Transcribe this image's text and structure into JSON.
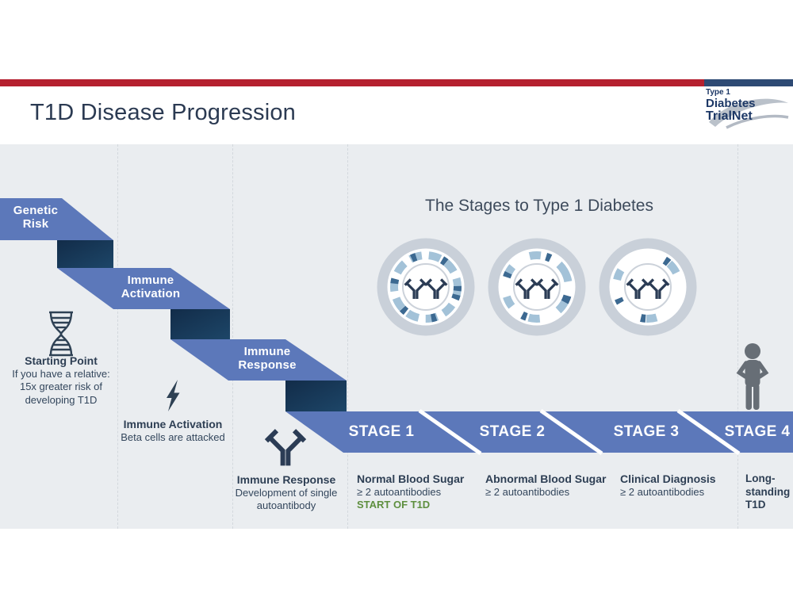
{
  "header": {
    "title": "T1D Disease Progression",
    "logo": {
      "line1": "Type 1",
      "line2": "Diabetes",
      "line3": "TrialNet"
    }
  },
  "diagram": {
    "heading": "The Stages to Type 1 Diabetes",
    "steps": [
      {
        "label": "Genetic Risk"
      },
      {
        "label": "Immune Activation"
      },
      {
        "label": "Immune Response"
      }
    ],
    "stages": [
      "STAGE 1",
      "STAGE 2",
      "STAGE 3",
      "STAGE 4"
    ],
    "annotations": [
      {
        "icon": "dna-icon",
        "title": "Starting Point",
        "lines": [
          "If you have a relative:",
          "15x greater risk of",
          "developing T1D"
        ]
      },
      {
        "icon": "lightning-icon",
        "title": "Immune Activation",
        "lines": [
          "Beta cells are attacked"
        ]
      },
      {
        "icon": "antibody-icon",
        "title": "Immune Response",
        "lines": [
          "Development of single",
          "autoantibody"
        ]
      }
    ],
    "stage_details": [
      {
        "title": "Normal Blood Sugar",
        "line": "≥ 2 autoantibodies",
        "highlight": "START OF T1D"
      },
      {
        "title": "Abnormal Blood Sugar",
        "line": "≥ 2 autoantibodies"
      },
      {
        "title": "Clinical Diagnosis",
        "line": "≥ 2 autoantibodies"
      },
      {
        "title_lines": [
          "Long-",
          "standing",
          "T1D"
        ]
      }
    ]
  },
  "colors": {
    "accent_red": "#b5202f",
    "accent_navy": "#2e4a74",
    "band_blue": "#5c78ba",
    "dark_navy": "#16304f",
    "text_navy": "#2e3f54",
    "start_green": "#5e8f3f",
    "background_gray": "#eaedf0"
  }
}
